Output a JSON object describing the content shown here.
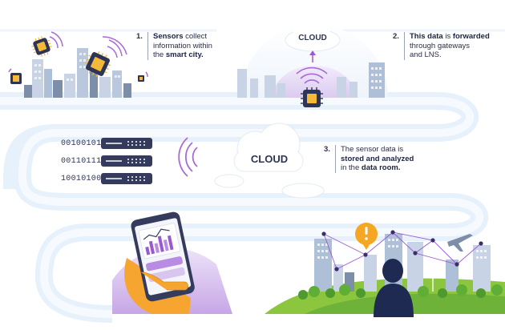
{
  "steps": [
    {
      "number": "1.",
      "lines": [
        [
          {
            "t": "Sensors",
            "b": true
          },
          {
            "t": " collect",
            "b": false
          }
        ],
        [
          {
            "t": "information within",
            "b": false
          }
        ],
        [
          {
            "t": "the ",
            "b": false
          },
          {
            "t": "smart city.",
            "b": true
          }
        ]
      ]
    },
    {
      "number": "2.",
      "lines": [
        [
          {
            "t": "This data",
            "b": true
          },
          {
            "t": " is ",
            "b": false
          },
          {
            "t": "forwarded",
            "b": true
          }
        ],
        [
          {
            "t": "through gateways",
            "b": false
          }
        ],
        [
          {
            "t": "and LNS.",
            "b": false
          }
        ]
      ]
    },
    {
      "number": "3.",
      "lines": [
        [
          {
            "t": "The sensor data is",
            "b": false
          }
        ],
        [
          {
            "t": "stored and analyzed",
            "b": true
          }
        ],
        [
          {
            "t": "in the ",
            "b": false
          },
          {
            "t": "data room.",
            "b": true
          }
        ]
      ]
    }
  ],
  "clouds": {
    "gateway_cloud": "CLOUD",
    "data_room_cloud": "CLOUD"
  },
  "binary_codes": [
    "00100101",
    "00110111",
    "10010100"
  ],
  "colors": {
    "path": "#eaf3fb",
    "accent_purple": "#9b59d0",
    "text_dark": "#2e3456",
    "alert_orange": "#f5a623",
    "green_hill": "#7ac143"
  },
  "icons": [
    "sensor-chip-icon",
    "wifi-signal-icon",
    "server-rack-icon",
    "smartphone-icon",
    "chart-icon",
    "alert-icon",
    "airplane-icon",
    "person-silhouette-icon",
    "wind-turbine-icon"
  ]
}
